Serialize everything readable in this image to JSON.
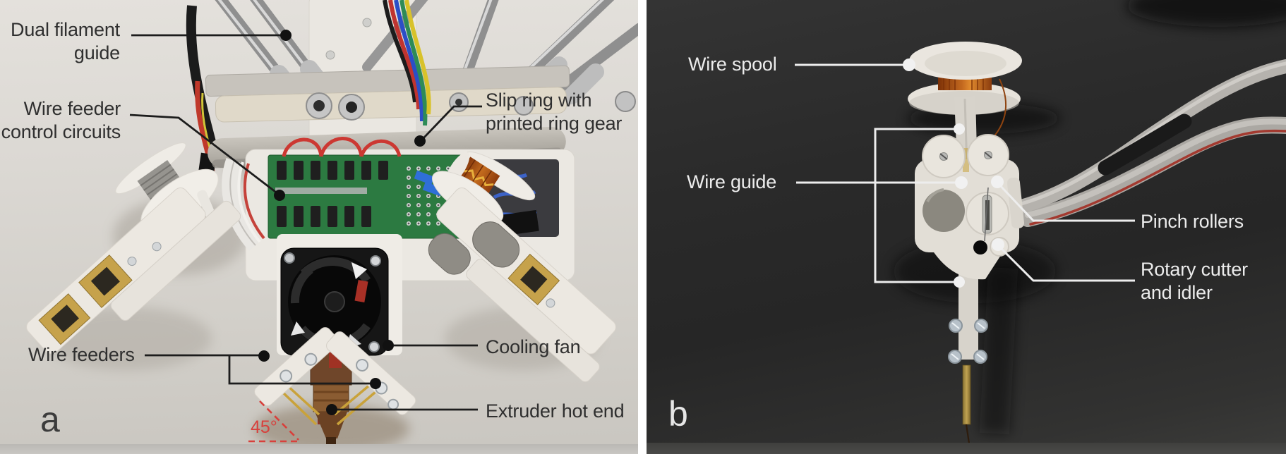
{
  "figure": {
    "panel_a": {
      "letter": "a",
      "annotation_color": "#1c1c1c",
      "angle_color": "#d8403c",
      "background_color": "#d7d4ce",
      "labels": {
        "dual_filament_guide": "Dual filament\nguide",
        "wire_feeder_control_circuits": "Wire feeder\ncontrol circuits",
        "slip_ring": "Slip ring with\nprinted ring gear",
        "wire_feeders": "Wire feeders",
        "cooling_fan": "Cooling fan",
        "extruder_hot_end": "Extruder hot end",
        "angle": "45°"
      }
    },
    "panel_b": {
      "letter": "b",
      "annotation_color": "#ececec",
      "background_color": "#2a2a2a",
      "labels": {
        "wire_spool": "Wire spool",
        "wire_guide": "Wire guide",
        "pinch_rollers": "Pinch rollers",
        "rotary_cutter_idler": "Rotary cutter\nand idler"
      }
    }
  }
}
